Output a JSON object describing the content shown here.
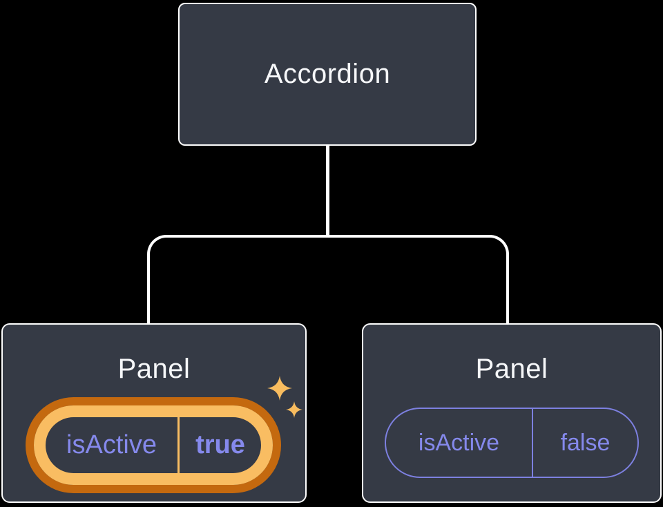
{
  "diagram": {
    "type": "component-tree",
    "root": {
      "label": "Accordion"
    },
    "panels": [
      {
        "label": "Panel",
        "state": {
          "name": "isActive",
          "value": "true"
        },
        "highlighted": true
      },
      {
        "label": "Panel",
        "state": {
          "name": "isActive",
          "value": "false"
        },
        "highlighted": false
      }
    ]
  },
  "icons": [
    {
      "name": "sparkle-icon",
      "meaning": "highlighted state"
    }
  ],
  "colors": {
    "background": "#000000",
    "node_fill": "#353a45",
    "node_border": "#ffffff",
    "connector_line": "#ffffff",
    "state_text": "#8589ec",
    "state_pill_border": "#7d80e0",
    "highlight_ring_outer": "#c4690f",
    "highlight_ring_inner": "#f9bd62",
    "sparkle": "#f8bc5f"
  }
}
